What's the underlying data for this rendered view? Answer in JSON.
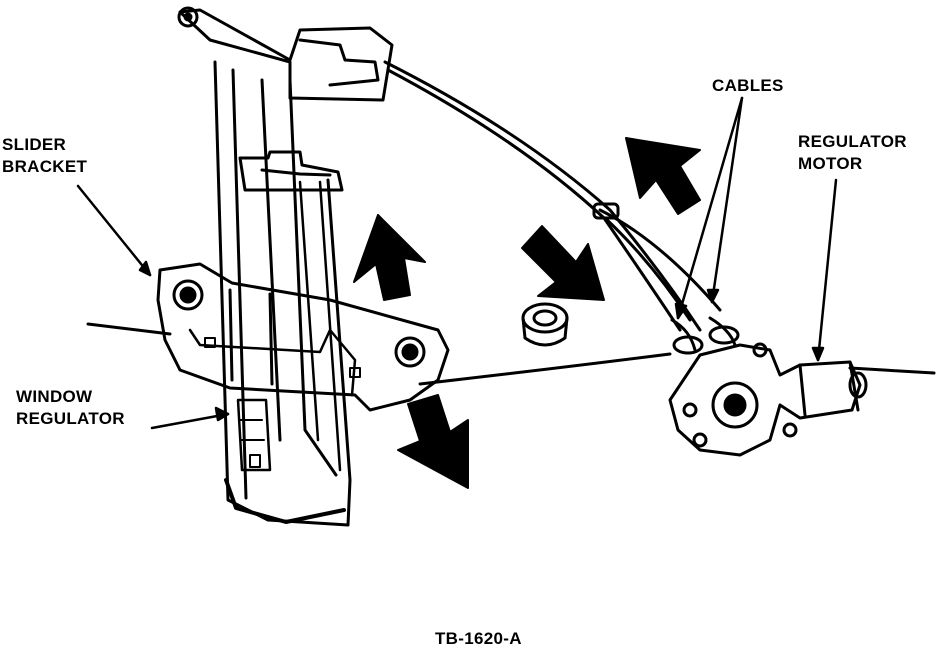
{
  "labels": {
    "slider_bracket": [
      "SLIDER",
      "BRACKET"
    ],
    "window_regulator": [
      "WINDOW",
      "REGULATOR"
    ],
    "cables": "CABLES",
    "regulator_motor": [
      "REGULATOR",
      "MOTOR"
    ],
    "figure_code": "TB-1620-A"
  },
  "colors": {
    "ink": "#000000",
    "paper": "#ffffff"
  }
}
